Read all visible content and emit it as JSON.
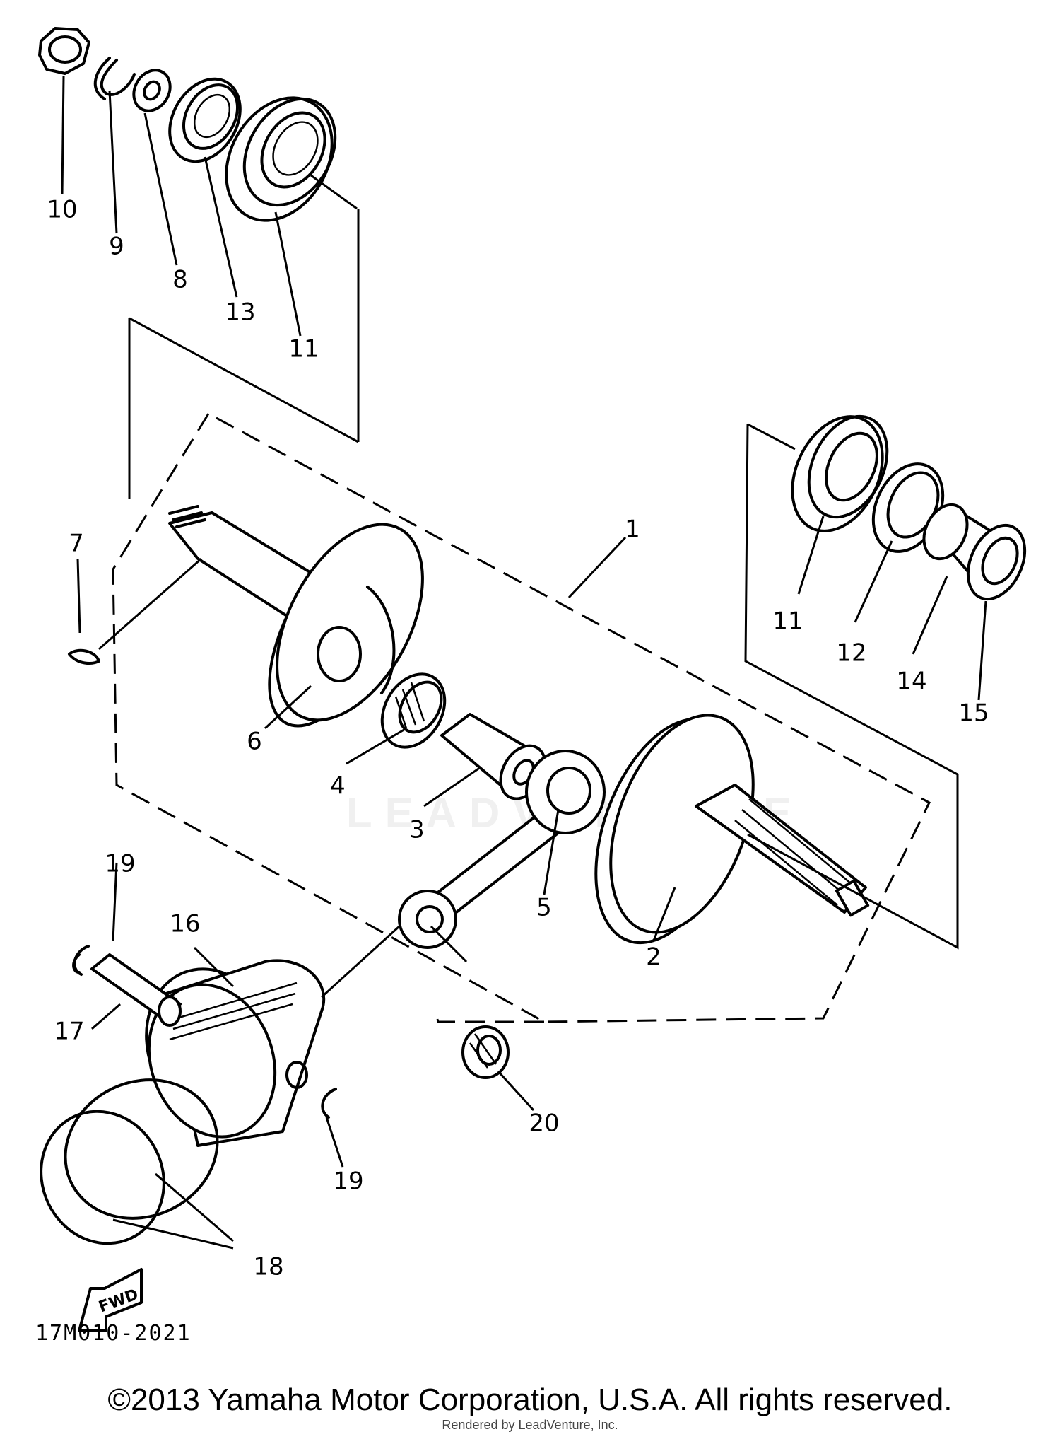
{
  "diagram": {
    "callouts": [
      "1",
      "2",
      "3",
      "4",
      "5",
      "6",
      "7",
      "8",
      "9",
      "10",
      "11",
      "11",
      "12",
      "13",
      "14",
      "15",
      "16",
      "17",
      "18",
      "19",
      "19",
      "20"
    ],
    "drawing_code": "17M010-2021",
    "fwd_label": "FWD",
    "watermark": "LEADVENTURE"
  },
  "footer": {
    "copyright": "©2013 Yamaha Motor Corporation, U.S.A. All rights reserved.",
    "rendered_by": "Rendered by LeadVenture, Inc."
  }
}
